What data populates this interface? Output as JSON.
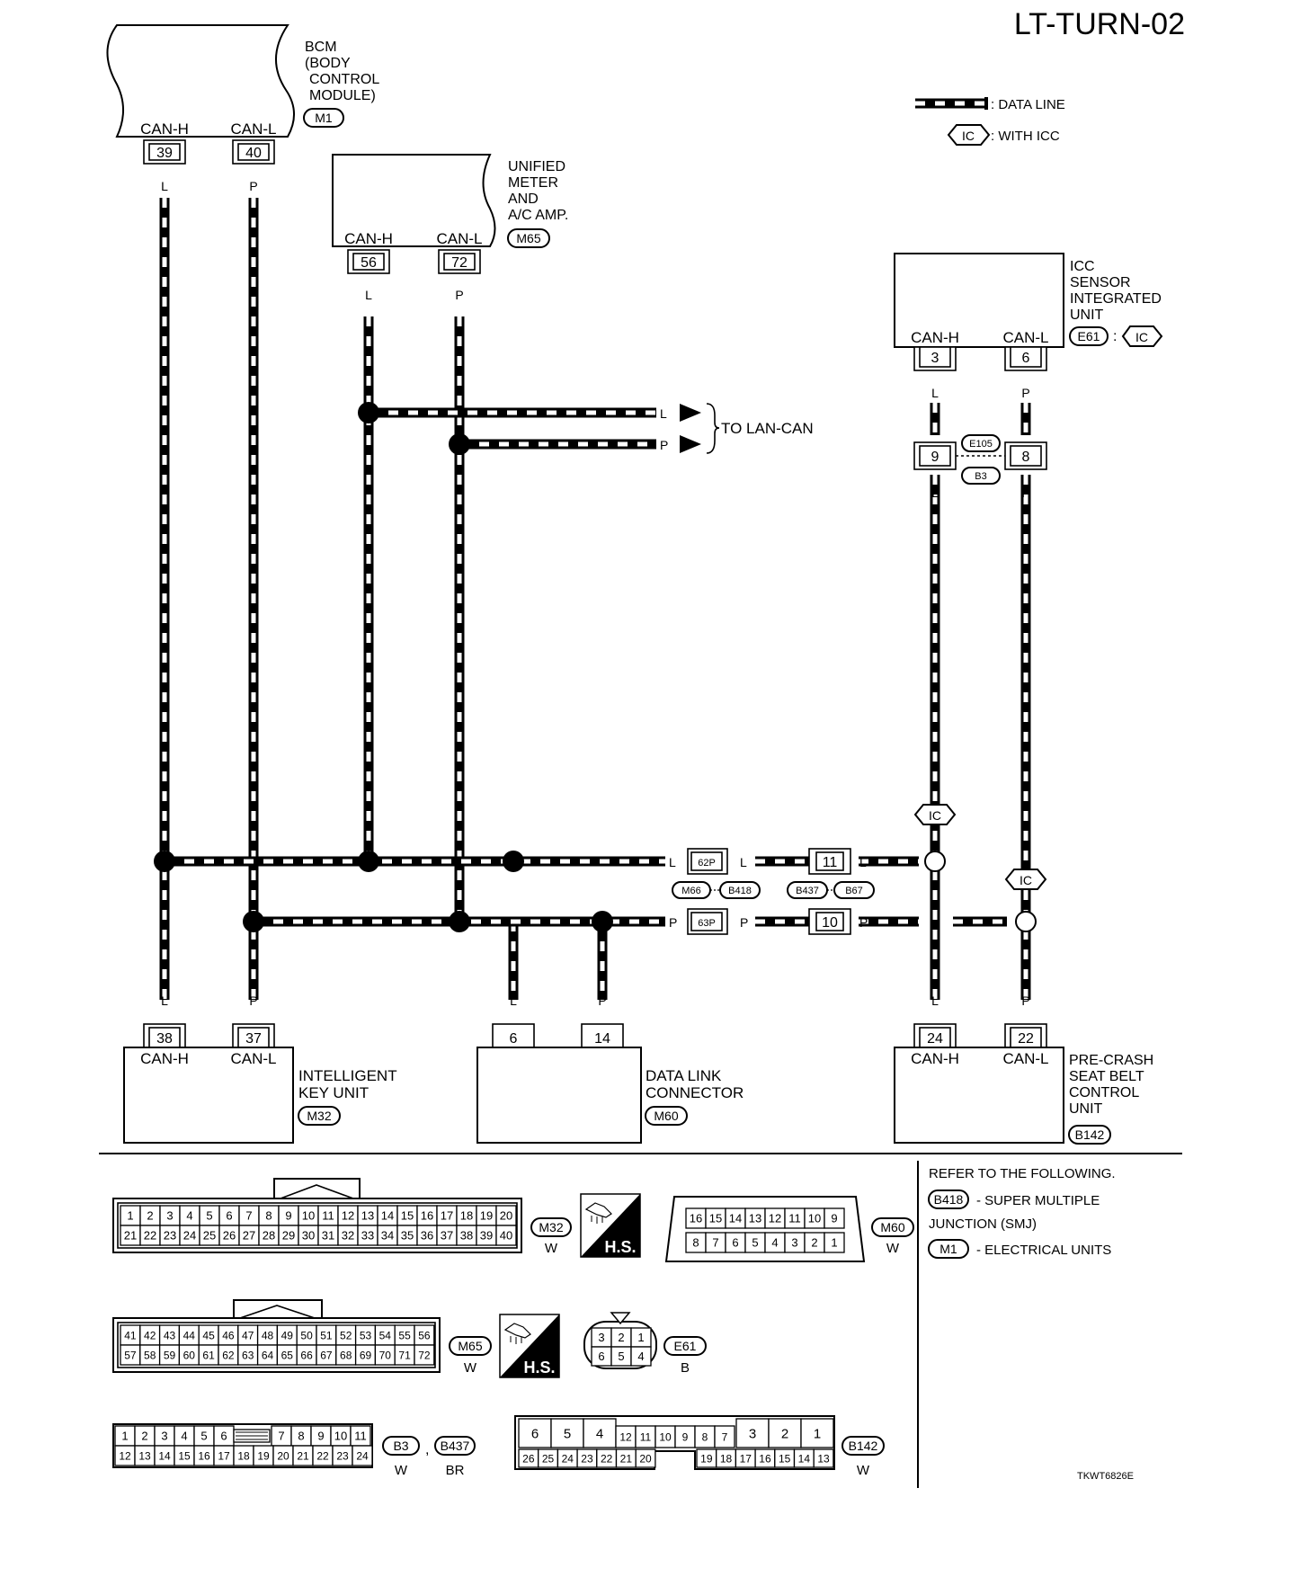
{
  "title": "LT-TURN-02",
  "legend": {
    "data_line": ": DATA LINE",
    "with_icc_tag": "IC",
    "with_icc": ": WITH ICC"
  },
  "units": {
    "bcm": {
      "lines": [
        "BCM",
        "(BODY",
        "CONTROL",
        "MODULE)"
      ],
      "code": "M1",
      "pins": [
        {
          "label": "CAN-H",
          "num": "39",
          "wire": "L"
        },
        {
          "label": "CAN-L",
          "num": "40",
          "wire": "P"
        }
      ]
    },
    "meter": {
      "lines": [
        "UNIFIED",
        "METER",
        "AND",
        "A/C AMP."
      ],
      "code": "M65",
      "pins": [
        {
          "label": "CAN-H",
          "num": "56",
          "wire": "L"
        },
        {
          "label": "CAN-L",
          "num": "72",
          "wire": "P"
        }
      ]
    },
    "icc": {
      "lines": [
        "ICC",
        "SENSOR",
        "INTEGRATED",
        "UNIT"
      ],
      "code": "E61",
      "code_sep": ":",
      "tag": "IC",
      "pins": [
        {
          "label": "CAN-H",
          "num": "3",
          "wire": "L"
        },
        {
          "label": "CAN-L",
          "num": "6",
          "wire": "P"
        }
      ]
    },
    "ikey": {
      "lines": [
        "INTELLIGENT",
        "KEY UNIT"
      ],
      "code": "M32",
      "pins": [
        {
          "label": "CAN-H",
          "num": "38",
          "wire": "L"
        },
        {
          "label": "CAN-L",
          "num": "37",
          "wire": "P"
        }
      ]
    },
    "dlc": {
      "lines": [
        "DATA LINK",
        "CONNECTOR"
      ],
      "code": "M60",
      "pins": [
        {
          "label": "",
          "num": "6",
          "wire": "L"
        },
        {
          "label": "",
          "num": "14",
          "wire": "P"
        }
      ]
    },
    "precrash": {
      "lines": [
        "PRE-CRASH",
        "SEAT BELT",
        "CONTROL",
        "UNIT"
      ],
      "code": "B142",
      "pins": [
        {
          "label": "CAN-H",
          "num": "24",
          "wire": "L"
        },
        {
          "label": "CAN-L",
          "num": "22",
          "wire": "P"
        }
      ]
    }
  },
  "to_lan_can": {
    "label": "TO LAN-CAN",
    "wire_l": "L",
    "wire_p": "P"
  },
  "joint_e105": {
    "codes": [
      "E105",
      "B3"
    ],
    "pins": [
      "9",
      "8"
    ],
    "wires": [
      "L",
      "P",
      "L",
      "P"
    ]
  },
  "joint_smj": {
    "codes": [
      "M66",
      "B418"
    ],
    "pins": [
      "62P",
      "63P"
    ],
    "wires": [
      "L",
      "L",
      "P",
      "P"
    ]
  },
  "joint_b437": {
    "codes": [
      "B437",
      "B67"
    ],
    "pins": [
      "11",
      "10"
    ],
    "wires": [
      "L",
      "P"
    ]
  },
  "icc_tags": [
    "IC",
    "IC"
  ],
  "bus_wires": {
    "left_l": "L",
    "left_p": "P"
  },
  "connector_views": {
    "m32": {
      "top": [
        "1",
        "2",
        "3",
        "4",
        "5",
        "6",
        "7",
        "8",
        "9",
        "10",
        "11",
        "12",
        "13",
        "14",
        "15",
        "16",
        "17",
        "18",
        "19",
        "20"
      ],
      "bottom": [
        "21",
        "22",
        "23",
        "24",
        "25",
        "26",
        "27",
        "28",
        "29",
        "30",
        "31",
        "32",
        "33",
        "34",
        "35",
        "36",
        "37",
        "38",
        "39",
        "40"
      ],
      "code": "M32",
      "color": "W"
    },
    "m60": {
      "top": [
        "16",
        "15",
        "14",
        "13",
        "12",
        "11",
        "10",
        "9"
      ],
      "bottom": [
        "8",
        "7",
        "6",
        "5",
        "4",
        "3",
        "2",
        "1"
      ],
      "code": "M60",
      "color": "W"
    },
    "m65": {
      "top": [
        "41",
        "42",
        "43",
        "44",
        "45",
        "46",
        "47",
        "48",
        "49",
        "50",
        "51",
        "52",
        "53",
        "54",
        "55",
        "56"
      ],
      "bottom": [
        "57",
        "58",
        "59",
        "60",
        "61",
        "62",
        "63",
        "64",
        "65",
        "66",
        "67",
        "68",
        "69",
        "70",
        "71",
        "72"
      ],
      "code": "M65",
      "color": "W"
    },
    "e61": {
      "top": [
        "3",
        "2",
        "1"
      ],
      "bottom": [
        "6",
        "5",
        "4"
      ],
      "code": "E61",
      "color": "B"
    },
    "b3": {
      "top_left": [
        "1",
        "2",
        "3",
        "4",
        "5",
        "6"
      ],
      "top_right": [
        "7",
        "8",
        "9",
        "10",
        "11"
      ],
      "bottom": [
        "12",
        "13",
        "14",
        "15",
        "16",
        "17",
        "18",
        "19",
        "20",
        "21",
        "22",
        "23",
        "24"
      ],
      "codes": [
        "B3",
        "B437"
      ],
      "code_sep": ",",
      "colors": [
        "W",
        "BR"
      ]
    },
    "b142": {
      "top_big": [
        "6",
        "5",
        "4"
      ],
      "top_small": [
        "12",
        "11",
        "10",
        "9",
        "8",
        "7"
      ],
      "top_big2": [
        "3",
        "2",
        "1"
      ],
      "bottom_left": [
        "26",
        "25",
        "24",
        "23",
        "22",
        "21",
        "20"
      ],
      "bottom_right": [
        "19",
        "18",
        "17",
        "16",
        "15",
        "14",
        "13"
      ],
      "code": "B142",
      "color": "W"
    }
  },
  "hs_label": "H.S.",
  "refer": {
    "heading": "REFER TO THE FOLLOWING.",
    "items": [
      {
        "code": "B418",
        "text": "- SUPER MULTIPLE"
      },
      {
        "code": "",
        "text": "JUNCTION (SMJ)"
      },
      {
        "code": "M1",
        "text": "- ELECTRICAL UNITS"
      }
    ]
  },
  "figure_code": "TKWT6826E"
}
